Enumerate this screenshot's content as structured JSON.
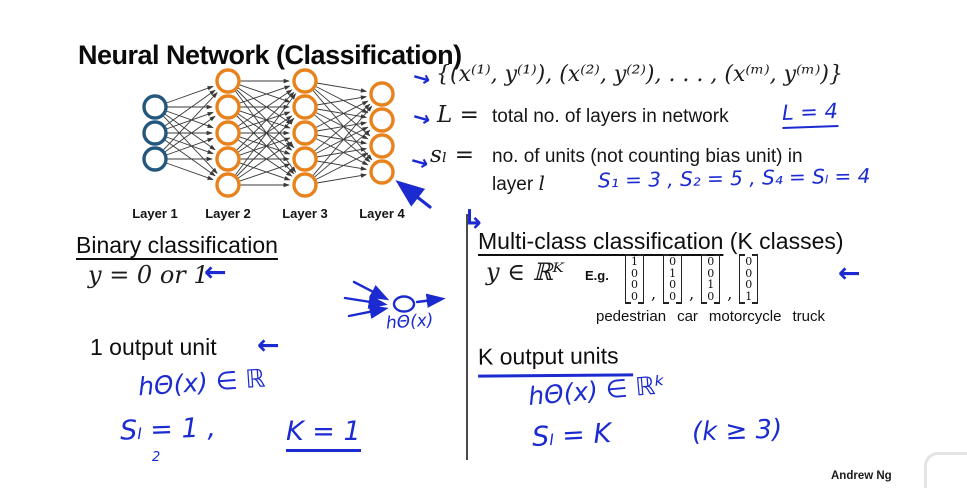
{
  "title": "Neural Network (Classification)",
  "network": {
    "edge_color": "#3a3a3a",
    "layers": [
      {
        "label": "Layer 1",
        "count": 3,
        "color": "#24577e"
      },
      {
        "label": "Layer 2",
        "count": 5,
        "color": "#e8821d"
      },
      {
        "label": "Layer 3",
        "count": 5,
        "color": "#e8821d"
      },
      {
        "label": "Layer 4",
        "count": 4,
        "color": "#e8821d"
      }
    ]
  },
  "notes": {
    "arrow": "→",
    "training_set": "{(x⁽¹⁾, y⁽¹⁾), (x⁽²⁾, y⁽²⁾), . . . , (x⁽ᵐ⁾, y⁽ᵐ⁾)}",
    "L_lhs": "L =",
    "L_text": "total no. of layers in network",
    "L_hand": "L = 4",
    "s_lhs": "sₗ =",
    "s_text_1": "no. of units (not counting bias unit) in",
    "s_text_2a": "layer",
    "s_text_2b": "l",
    "s_hand": "S₁ = 3 ,   S₂ = 5 ,   S₄ = Sₗ = 4"
  },
  "binary": {
    "heading": "Binary classification",
    "y_line": "y = 0 or 1",
    "arrow": "←",
    "sketch_label": "hΘ(x)",
    "output_line": "1 output unit",
    "hand_h": "hΘ(x) ∈ ℝ",
    "hand_s": "Sₗ = 1 ,",
    "hand_squiggle": "2",
    "hand_k": "K = 1"
  },
  "multi": {
    "hook": "↳",
    "heading": "Multi-class classification",
    "heading_suffix": " (K classes)",
    "y_line": "y ∈ ℝᴷ",
    "eg": "E.g.",
    "vectors": [
      [
        1,
        0,
        0,
        0
      ],
      [
        0,
        1,
        0,
        0
      ],
      [
        0,
        0,
        1,
        0
      ],
      [
        0,
        0,
        0,
        1
      ]
    ],
    "vector_labels": [
      "pedestrian",
      "car",
      "motorcycle",
      "truck"
    ],
    "arrow": "←",
    "output_line": "K output units",
    "hand_h": "hΘ(x) ∈ ℝᵏ",
    "hand_s": "Sₗ = K",
    "hand_k": "(k ≥ 3)"
  },
  "footer": "Andrew Ng",
  "colors": {
    "ink": "#111111",
    "hand_blue": "#1c2bd0",
    "node_orange": "#e8821d",
    "node_navy": "#24577e",
    "edge": "#3a3a3a"
  }
}
